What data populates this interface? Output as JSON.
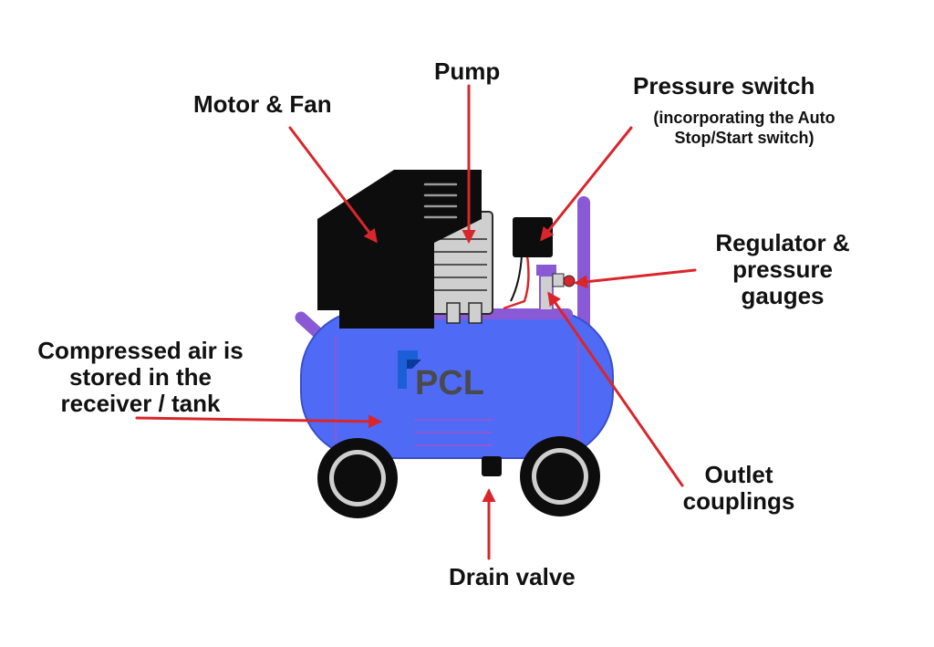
{
  "labels": {
    "motor_fan": "Motor & Fan",
    "pump": "Pump",
    "pressure_switch": "Pressure switch",
    "pressure_switch_note": "(incorporating the Auto\nStop/Start switch)",
    "regulator": "Regulator &\npressure\ngauges",
    "compressed_air": "Compressed air is\nstored in the\nreceiver / tank",
    "outlet": "Outlet\ncouplings",
    "drain": "Drain valve"
  },
  "logo": {
    "text": "PCL"
  },
  "colors": {
    "tank": "#4f6bf5",
    "accent_purple": "#8a5ad6",
    "arrow": "#d9262b",
    "motor": "#0d0d0d",
    "pump": "#cfcfcf",
    "logo_blue": "#1a5fd6",
    "logo_grey": "#4a4a4a"
  }
}
